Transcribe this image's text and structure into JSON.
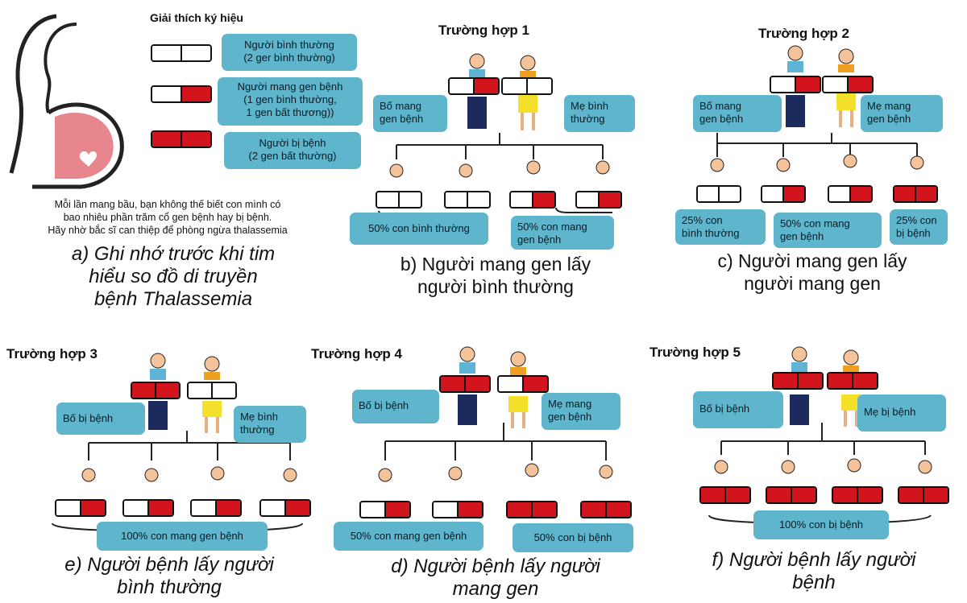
{
  "legend": {
    "title": "Giải thích ký hiệu",
    "normal_line1": "Người bình thường",
    "normal_line2": "(2 ger bình thường)",
    "carrier_line1": "Người mang gen bệnh",
    "carrier_line2": "(1 gen bình thường,",
    "carrier_line3": "1 gen bất thương))",
    "sick_line1": "Người bị bệnh",
    "sick_line2": "(2 gen bất thường)"
  },
  "note": {
    "line1": "Mỗi lần mang bầu, bạn không thế biết con mình có",
    "line2": "bao nhiêu phần trăm cổ gen bệnh hay bị bệnh.",
    "line3": "Hãy nhờ bắc sĩ can thiệp để phòng ngừa thalassemia"
  },
  "captions": {
    "a_line1": "a)  Ghi nhớ trước khi tim",
    "a_line2": "hiểu so đồ di truyền",
    "a_line3": "bệnh Thalassemia",
    "b_line1": "b) Người mang gen lấy",
    "b_line2": "người bình thường",
    "c_line1": "c) Người mang gen lấy",
    "c_line2": "người mang gen",
    "e_line1": "e) Người bệnh lấy người",
    "e_line2": "bình thường",
    "d_line1": "d) Người bệnh lấy người",
    "d_line2": "mang gen",
    "f_line1": "f) Người bệnh lấy người",
    "f_line2": "bệnh"
  },
  "cases": {
    "c1": {
      "title": "Trường hợp 1",
      "father_l1": "Bố mang",
      "father_l2": "gen bệnh",
      "mother_l1": "Mẹ bình",
      "mother_l2": "thường",
      "out1": "50% con bình thường",
      "out2_l1": "50% con mang",
      "out2_l2": "gen bệnh"
    },
    "c2": {
      "title": "Trường hợp 2",
      "father_l1": "Bố mang",
      "father_l2": "gen bệnh",
      "mother_l1": "Mẹ mang",
      "mother_l2": "gen bệnh",
      "out1_l1": "25% con",
      "out1_l2": "bình thường",
      "out2_l1": "50% con mang",
      "out2_l2": "gen bệnh",
      "out3_l1": "25% con",
      "out3_l2": "bị bệnh"
    },
    "c3": {
      "title": "Trường hợp 3",
      "father": "Bố bị bệnh",
      "mother_l1": "Mẹ bình",
      "mother_l2": "thường",
      "out1": "100% con mang gen bệnh"
    },
    "c4": {
      "title": "Trường hợp 4",
      "father": "Bố bị bệnh",
      "mother_l1": "Mẹ mang",
      "mother_l2": "gen bệnh",
      "out1": "50% con mang gen bệnh",
      "out2": "50% con bị bệnh"
    },
    "c5": {
      "title": "Trường hợp 5",
      "father": "Bố bị bệnh",
      "mother": "Mẹ bị bệnh",
      "out1": "100% con bị bệnh"
    }
  },
  "colors": {
    "box": "#5eb5cc",
    "gene_red": "#d2141c"
  }
}
